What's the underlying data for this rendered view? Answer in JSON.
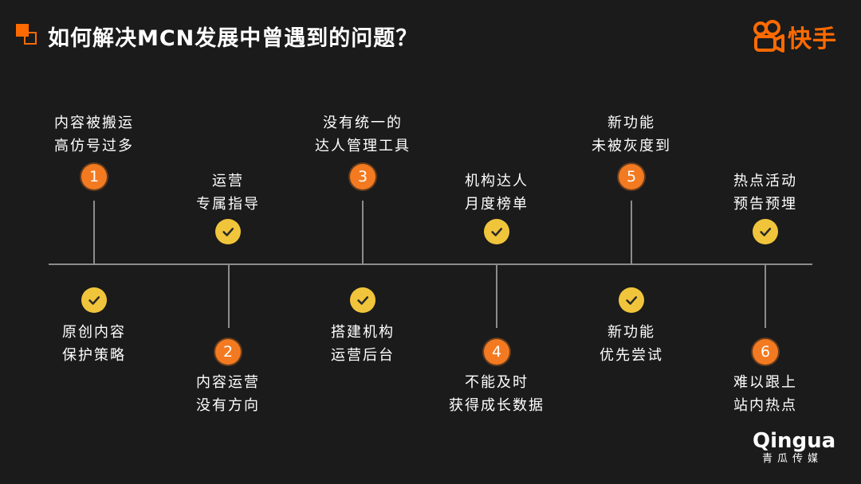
{
  "header": {
    "title": "如何解决MCN发展中曾遇到的问题？",
    "brand": "快手",
    "brand_icon": "kuaishou-logo-icon",
    "accent_color": "#ff6a00"
  },
  "problems": [
    {
      "number": "1",
      "line1": "内容被搬运",
      "line2": "高仿号过多"
    },
    {
      "number": "2",
      "line1": "内容运营",
      "line2": "没有方向"
    },
    {
      "number": "3",
      "line1": "没有统一的",
      "line2": "达人管理工具"
    },
    {
      "number": "4",
      "line1": "不能及时",
      "line2": "获得成长数据"
    },
    {
      "number": "5",
      "line1": "新功能",
      "line2": "未被灰度到"
    },
    {
      "number": "6",
      "line1": "难以跟上",
      "line2": "站内热点"
    }
  ],
  "solutions": [
    {
      "line1": "原创内容",
      "line2": "保护策略",
      "icon": "check-icon"
    },
    {
      "line1": "运营",
      "line2": "专属指导",
      "icon": "check-icon"
    },
    {
      "line1": "搭建机构",
      "line2": "运营后台",
      "icon": "check-icon"
    },
    {
      "line1": "机构达人",
      "line2": "月度榜单",
      "icon": "check-icon"
    },
    {
      "line1": "新功能",
      "line2": "优先尝试",
      "icon": "check-icon"
    },
    {
      "line1": "热点活动",
      "line2": "预告预埋",
      "icon": "check-icon"
    }
  ],
  "footer": {
    "logo_word": "Qingua",
    "logo_sub": "青瓜传媒"
  },
  "colors": {
    "problem_circle": "#f37a20",
    "solution_circle": "#f1c53b",
    "line": "#8c8c8c",
    "background": "#1b1b1b"
  }
}
